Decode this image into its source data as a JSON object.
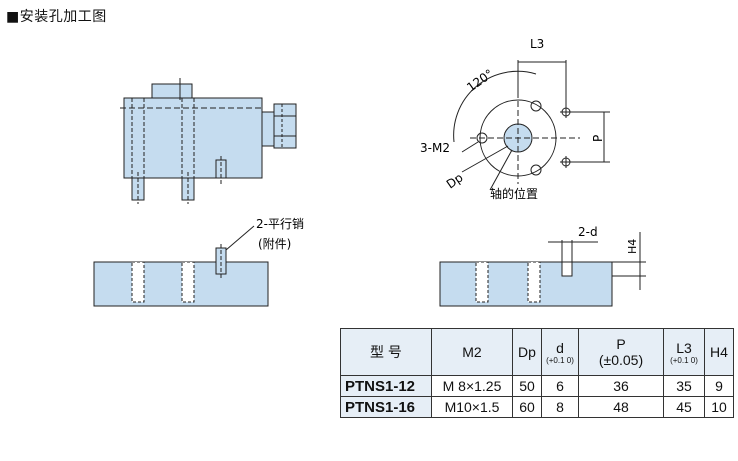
{
  "title": "■安装孔加工图",
  "left_drawing": {
    "pin_label": "2-平行销",
    "pin_note": "(附件)"
  },
  "right_drawing": {
    "dim_L3": "L3",
    "dim_angle": "120°",
    "dim_M2": "3-M2",
    "dim_Dp": "Dp",
    "dim_P": "P",
    "axis_label": "轴的位置",
    "dim_d": "2-d",
    "dim_H4": "H4"
  },
  "table": {
    "headers": {
      "model": "型  号",
      "m2": "M2",
      "dp": "Dp",
      "d": "d",
      "d_tol": "(+0.1 0)",
      "p": "P",
      "p_tol": "(±0.05)",
      "l3": "L3",
      "l3_tol": "(+0.1 0)",
      "h4": "H4"
    },
    "rows": [
      {
        "model": "PTNS1-12",
        "m2": "M 8×1.25",
        "dp": "50",
        "d": "6",
        "p": "36",
        "l3": "35",
        "h4": "9"
      },
      {
        "model": "PTNS1-16",
        "m2": "M10×1.5",
        "dp": "60",
        "d": "8",
        "p": "48",
        "l3": "45",
        "h4": "10"
      }
    ]
  }
}
